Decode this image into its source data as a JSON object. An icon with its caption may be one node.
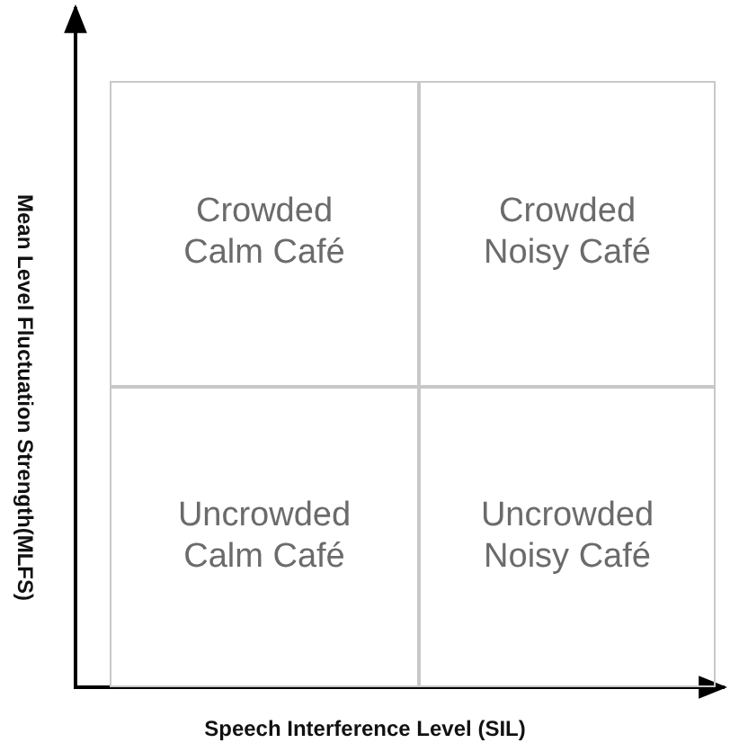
{
  "diagram": {
    "nodes": [
      {
        "text": [
          "Crowded Calm Café"
        ]
      },
      {
        "text": [
          "Crowded Noisy Café"
        ]
      },
      {
        "text": [
          "Uncrowded Calm Café"
        ]
      },
      {
        "text": [
          "Uncrowded Noisy Café"
        ]
      }
    ],
    "labels": [
      "Mean Level Fluctuation Strength(MLFS)",
      "Speech Interference Level (SIL)"
    ]
  }
}
